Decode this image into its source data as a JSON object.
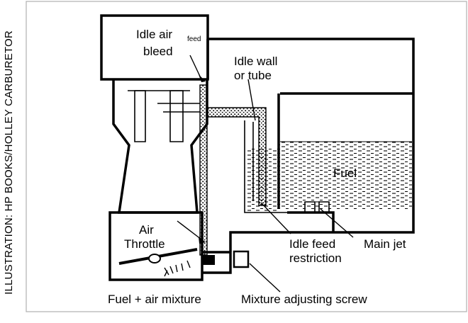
{
  "credit": "ILLUSTRATION: HP BOOKS/HOLLEY CARBURETOR",
  "labels": {
    "idle_air_bleed_1": "Idle air",
    "idle_air_bleed_2": "bleed",
    "idle_air_bleed_small": "feed",
    "idle_wall_1": "Idle wall",
    "idle_wall_2": "or  tube",
    "fuel": "Fuel",
    "air": "Air",
    "throttle": "Throttle",
    "idle_feed_1": "Idle feed",
    "idle_feed_2": "restriction",
    "main_jet": "Main jet",
    "fuel_air_mixture": "Fuel + air mixture",
    "mixture_screw": "Mixture adjusting screw"
  },
  "colors": {
    "ink": "#000000",
    "background": "#ffffff",
    "frame": "#b0b0b0"
  }
}
